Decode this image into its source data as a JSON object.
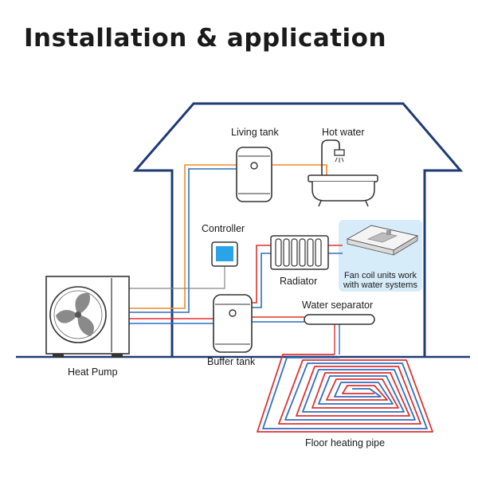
{
  "title": "Installation & application",
  "labels": {
    "living_tank": "Living tank",
    "hot_water": "Hot water",
    "controller": "Controller",
    "radiator": "Radiator",
    "fan_coil_line1": "Fan coil units work",
    "fan_coil_line2": "with water systems",
    "water_separator": "Water separator",
    "heat_pump": "Heat Pump",
    "buffer_tank": "Buffer tank",
    "floor_heating_pipe": "Floor heating pipe"
  },
  "colors": {
    "house_outline": "#1f3b73",
    "hot_pipe": "#e03131",
    "return_pipe": "#2f6fc0",
    "orange_pipe": "#f08a24",
    "controller_screen": "#2ba3e8",
    "fan_coil_bg": "#d7ecf9"
  }
}
